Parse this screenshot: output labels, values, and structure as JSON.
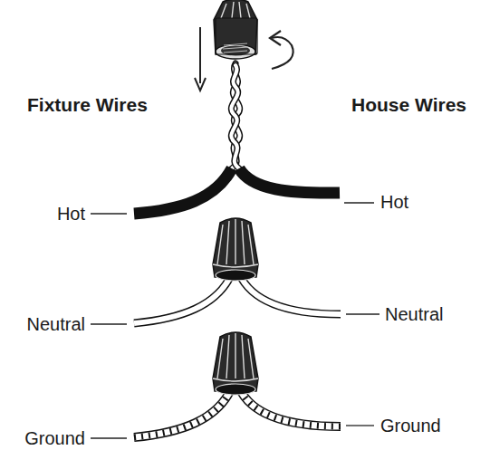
{
  "diagram": {
    "labels": [
      "Fixture Wires",
      "House Wires",
      "Hot",
      "Hot",
      "Neutral",
      "Neutral",
      "Ground",
      "Ground"
    ]
  }
}
